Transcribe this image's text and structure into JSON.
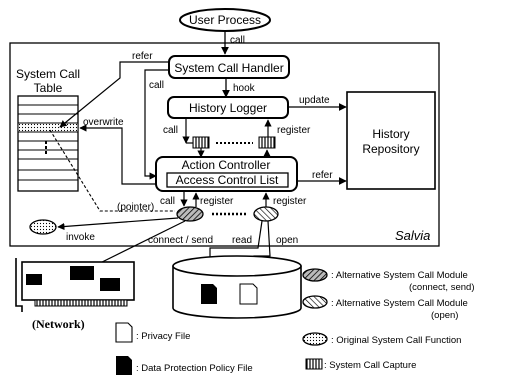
{
  "nodes": {
    "user_process": "User Process",
    "system_call_handler": "System Call Handler",
    "history_logger": "History Logger",
    "action_controller": "Action Controller",
    "access_control_list": "Access Control List",
    "history_repository_line1": "History",
    "history_repository_line2": "Repository",
    "system_call_table_line1": "System Call",
    "system_call_table_line2": "Table",
    "salvia": "Salvia",
    "network": "(Network)"
  },
  "edges": {
    "call_top": "call",
    "refer_top": "refer",
    "call_left": "call",
    "hook": "hook",
    "update": "update",
    "call_logger": "call",
    "register_logger": "register",
    "overwrite": "overwrite",
    "refer_right": "refer",
    "pointer": "(pointer)",
    "call_bottom": "call",
    "register_1": "register",
    "register_2": "register",
    "invoke": "invoke",
    "connect_send": "connect / send",
    "read": "read",
    "open": "open"
  },
  "legend": {
    "alt_connect_line1": ": Alternative System Call Module",
    "alt_connect_line2": "(connect, send)",
    "alt_open_line1": ": Alternative System Call Module",
    "alt_open_line2": "(open)",
    "original_function": ": Original System Call Function",
    "capture": ": System Call Capture",
    "privacy_file": ": Privacy File",
    "policy_file": ": Data Protection Policy File"
  }
}
